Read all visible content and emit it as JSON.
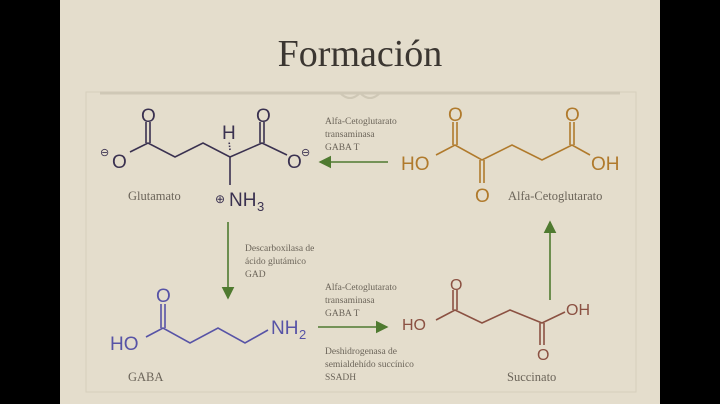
{
  "title": "Formación",
  "molecules": {
    "glutamato": {
      "name": "Glutamato",
      "atoms": {
        "o1": "O",
        "o2": "O",
        "o3": "O",
        "o4": "O",
        "h": "H",
        "nh3": "NH",
        "nh3_sub": "3",
        "minus": "⊖",
        "plus": "⊕"
      }
    },
    "alfa_kg": {
      "name": "Alfa-Cetoglutarato",
      "atoms": {
        "ho": "HO",
        "oh": "OH",
        "o": "O"
      }
    },
    "gaba": {
      "name": "GABA",
      "atoms": {
        "ho": "HO",
        "o": "O",
        "nh2": "NH",
        "nh2_sub": "2"
      }
    },
    "succinato": {
      "name": "Succinato",
      "atoms": {
        "ho": "HO",
        "oh": "OH",
        "o": "O"
      }
    }
  },
  "enzymes": {
    "top": [
      "Alfa-Cetoglutarato",
      "transaminasa",
      "GABA T"
    ],
    "left": [
      "Descarboxilasa de",
      "ácido glutámico",
      "GAD"
    ],
    "mid_above": [
      "Alfa-Cetoglutarato",
      "transaminasa",
      "GABA T"
    ],
    "mid_below": [
      "Deshidrogenasa de",
      "semialdehído succínico",
      "SSADH"
    ]
  },
  "colors": {
    "glutamato": "#3a3150",
    "alfa_kg": "#b07a2c",
    "gaba": "#5753a6",
    "succinato": "#8b5142",
    "arrow": "#4f7a30"
  }
}
